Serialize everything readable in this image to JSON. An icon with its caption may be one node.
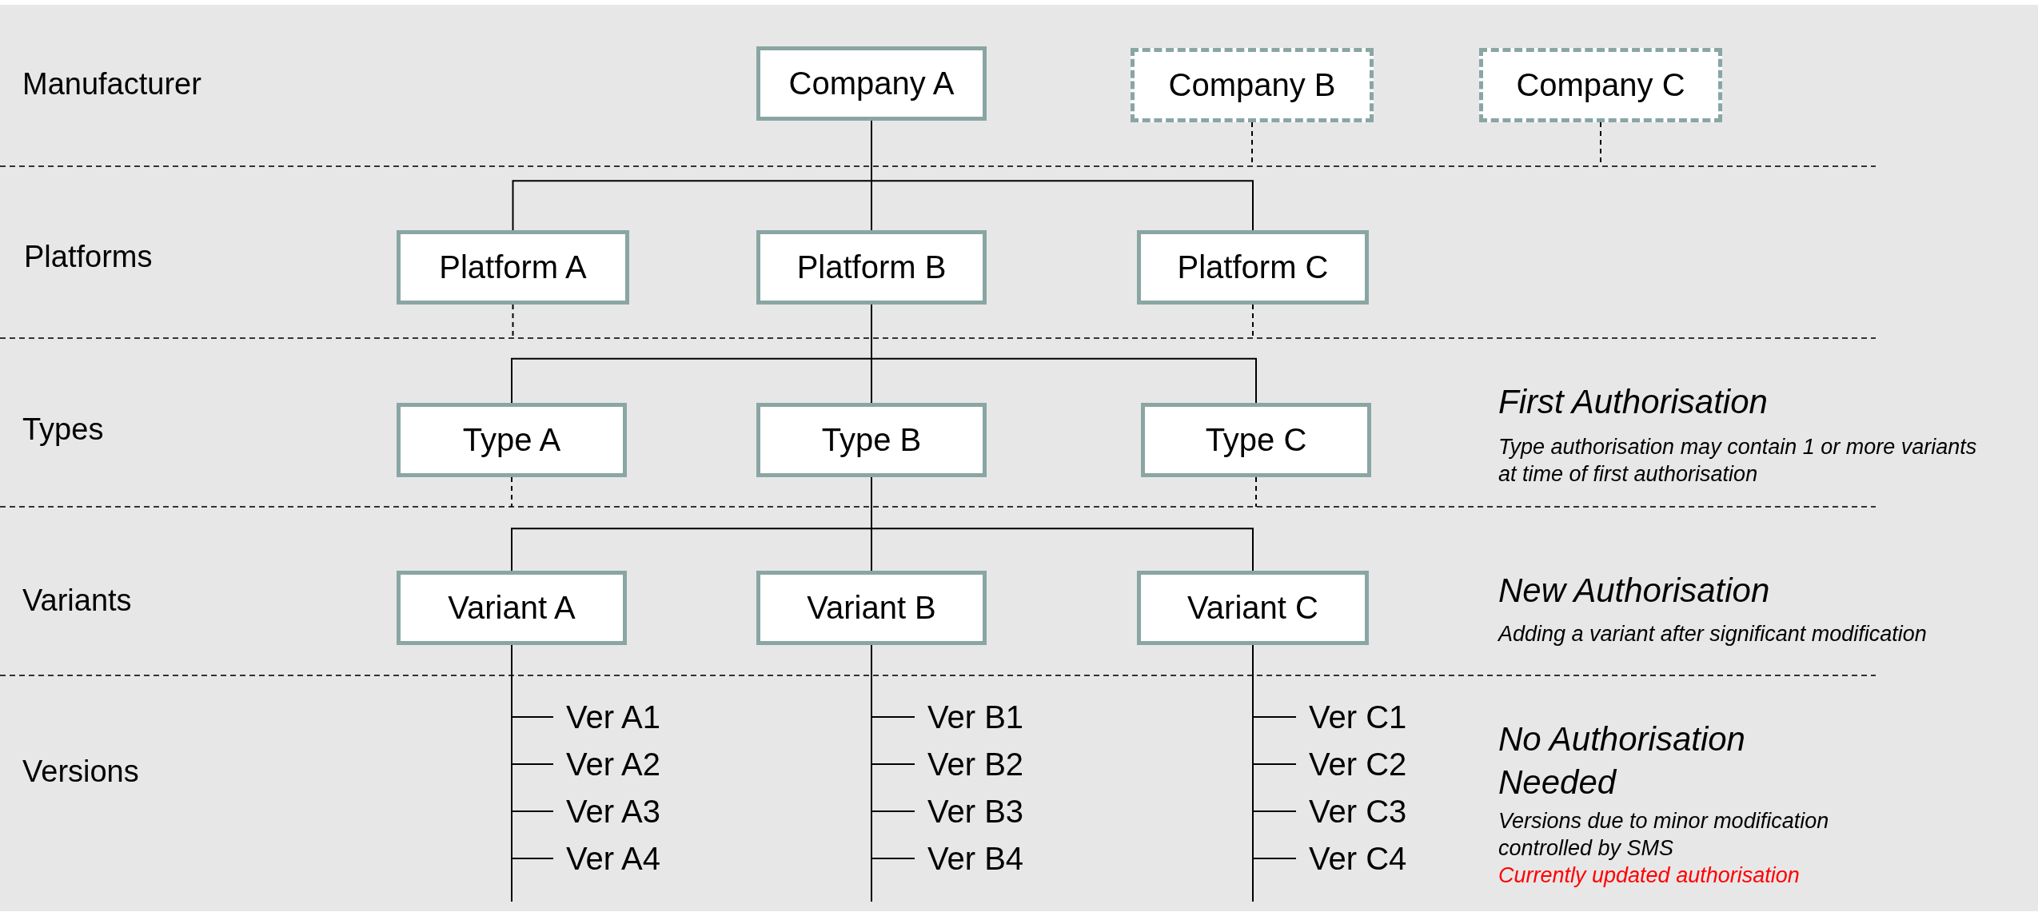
{
  "diagram": {
    "nodes": [
      {
        "text": [
          "Company A"
        ]
      },
      {
        "text": [
          "Company B"
        ]
      },
      {
        "text": [
          "Company C"
        ]
      },
      {
        "text": [
          "Platform A"
        ]
      },
      {
        "text": [
          "Platform B"
        ]
      },
      {
        "text": [
          "Platform C"
        ]
      },
      {
        "text": [
          "Type A"
        ]
      },
      {
        "text": [
          "Type B"
        ]
      },
      {
        "text": [
          "Type C"
        ]
      },
      {
        "text": [
          "Variant A"
        ]
      },
      {
        "text": [
          "Variant B"
        ]
      },
      {
        "text": [
          "Variant C"
        ]
      },
      {
        "text": [
          "Ver A1"
        ]
      },
      {
        "text": [
          "Ver A2"
        ]
      },
      {
        "text": [
          "Ver A3"
        ]
      },
      {
        "text": [
          "Ver A4"
        ]
      },
      {
        "text": [
          "Ver B1"
        ]
      },
      {
        "text": [
          "Ver B2"
        ]
      },
      {
        "text": [
          "Ver B3"
        ]
      },
      {
        "text": [
          "Ver B4"
        ]
      },
      {
        "text": [
          "Ver C1"
        ]
      },
      {
        "text": [
          "Ver C2"
        ]
      },
      {
        "text": [
          "Ver C3"
        ]
      },
      {
        "text": [
          "Ver C4"
        ]
      }
    ],
    "edges": [
      {
        "from": 0,
        "to": 3,
        "arrow": "none"
      },
      {
        "from": 0,
        "to": 4,
        "arrow": "none"
      },
      {
        "from": 0,
        "to": 5,
        "arrow": "none"
      },
      {
        "from": 1,
        "to": null,
        "arrow": "none",
        "style": "dashed"
      },
      {
        "from": 2,
        "to": null,
        "arrow": "none",
        "style": "dashed"
      },
      {
        "from": 3,
        "to": null,
        "arrow": "none",
        "style": "dashed"
      },
      {
        "from": 5,
        "to": null,
        "arrow": "none",
        "style": "dashed"
      },
      {
        "from": 4,
        "to": 6,
        "arrow": "none"
      },
      {
        "from": 4,
        "to": 7,
        "arrow": "none"
      },
      {
        "from": 4,
        "to": 8,
        "arrow": "none"
      },
      {
        "from": 6,
        "to": null,
        "arrow": "none",
        "style": "dashed"
      },
      {
        "from": 8,
        "to": null,
        "arrow": "none",
        "style": "dashed"
      },
      {
        "from": 7,
        "to": 9,
        "arrow": "none"
      },
      {
        "from": 7,
        "to": 10,
        "arrow": "none"
      },
      {
        "from": 7,
        "to": 11,
        "arrow": "none"
      },
      {
        "from": 9,
        "to": 12,
        "arrow": "none"
      },
      {
        "from": 9,
        "to": 13,
        "arrow": "none"
      },
      {
        "from": 9,
        "to": 14,
        "arrow": "none"
      },
      {
        "from": 9,
        "to": 15,
        "arrow": "none"
      },
      {
        "from": 10,
        "to": 16,
        "arrow": "none"
      },
      {
        "from": 10,
        "to": 17,
        "arrow": "none"
      },
      {
        "from": 10,
        "to": 18,
        "arrow": "none"
      },
      {
        "from": 10,
        "to": 19,
        "arrow": "none"
      },
      {
        "from": 11,
        "to": 20,
        "arrow": "none"
      },
      {
        "from": 11,
        "to": 21,
        "arrow": "none"
      },
      {
        "from": 11,
        "to": 22,
        "arrow": "none"
      },
      {
        "from": 11,
        "to": 23,
        "arrow": "none"
      }
    ],
    "labels": [
      "Manufacturer",
      "Platforms",
      "Types",
      "Variants",
      "Versions",
      "First Authorisation",
      "Type authorisation may contain 1 or more variants at time of first authorisation",
      "New Authorisation",
      "Adding a variant after significant modification",
      "No Authorisation Needed",
      "Versions due to minor modification controlled by SMS",
      "Currently updated authorisation"
    ]
  }
}
